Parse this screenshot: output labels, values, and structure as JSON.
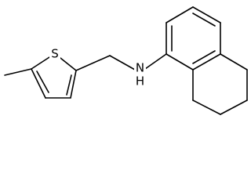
{
  "molecule": {
    "atom_labels": {
      "sulfur": "S",
      "amine": "N",
      "amine_h": "H"
    },
    "colors": {
      "bond": "#000000",
      "background": "#ffffff"
    }
  }
}
